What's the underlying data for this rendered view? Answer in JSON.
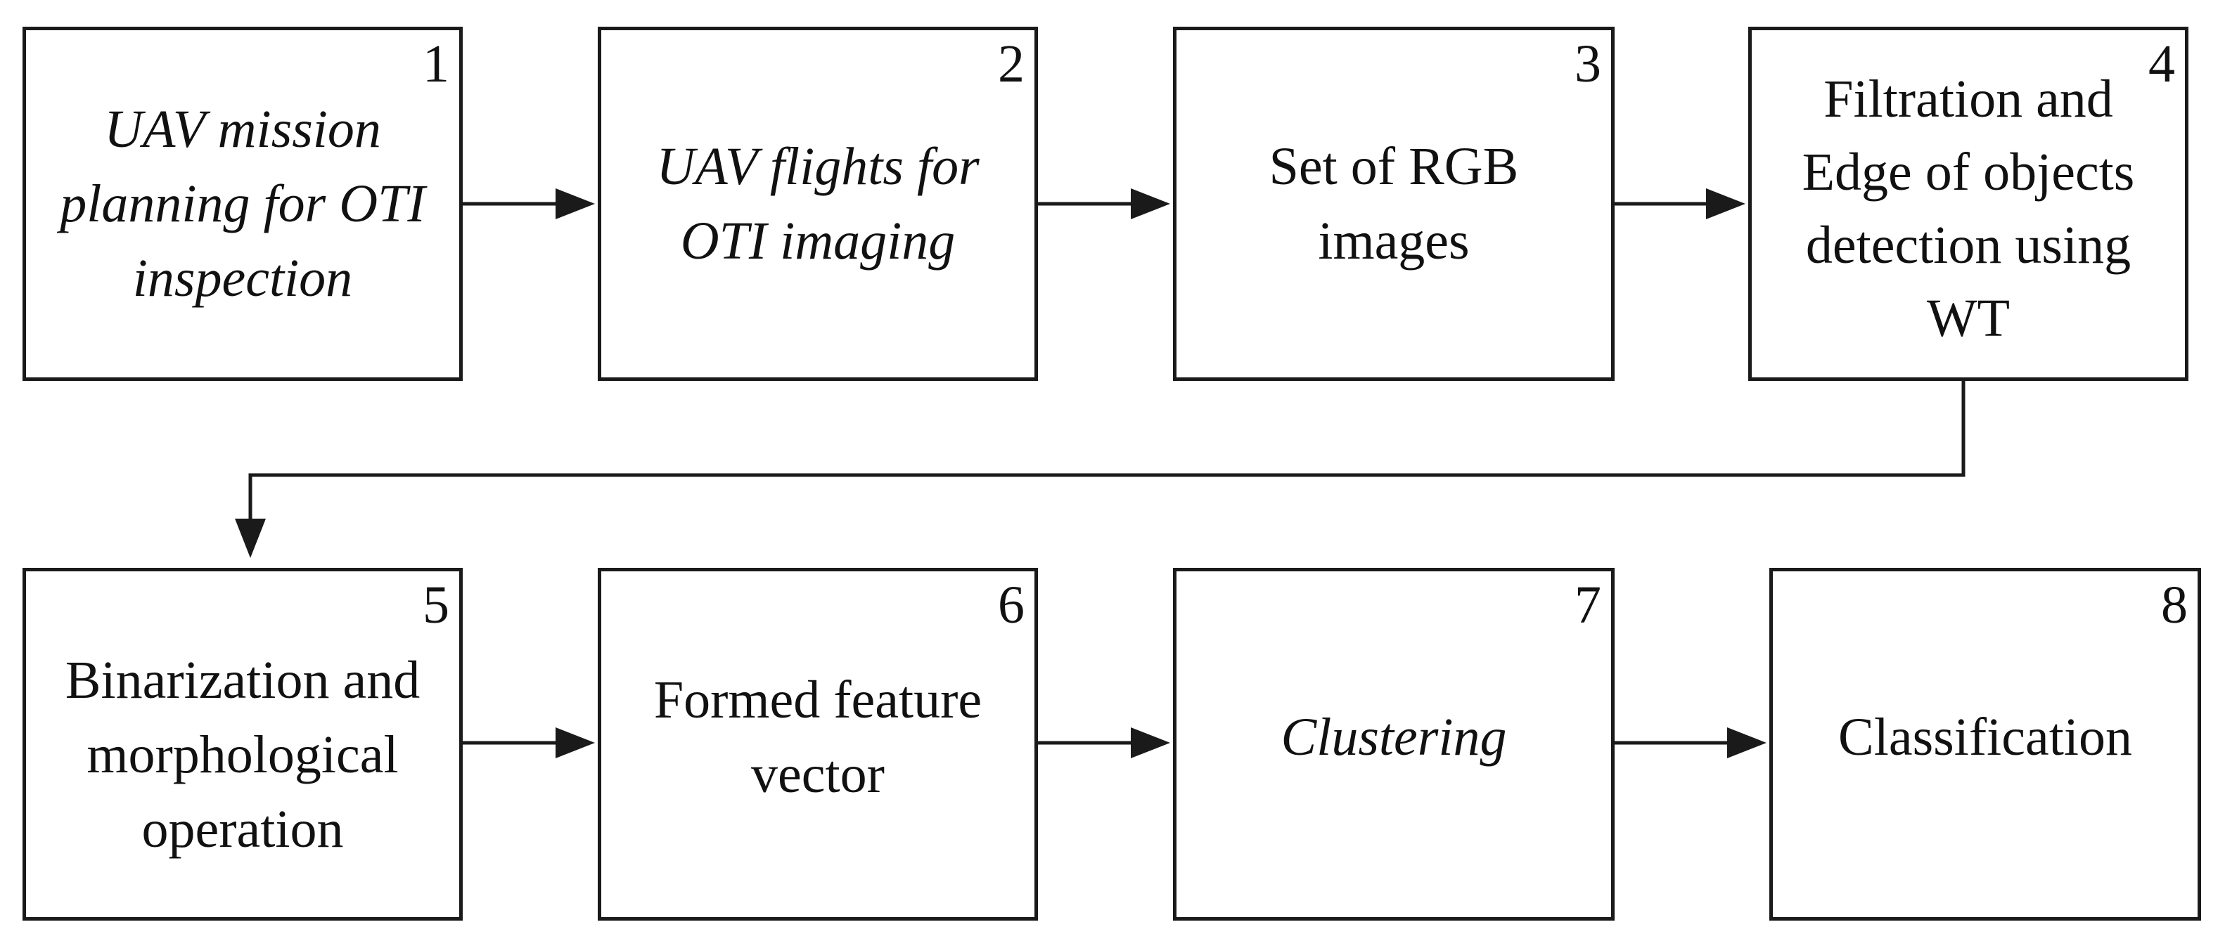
{
  "steps": [
    {
      "number": "1",
      "label": "UAV mission\nplanning for OTI\ninspection",
      "italic": true
    },
    {
      "number": "2",
      "label": "UAV flights for\nOTI imaging",
      "italic": true
    },
    {
      "number": "3",
      "label": "Set of RGB\nimages",
      "italic": false
    },
    {
      "number": "4",
      "label": "Filtration and\nEdge of objects\ndetection using\nWT",
      "italic": false
    },
    {
      "number": "5",
      "label": "Binarization and\nmorphological\noperation",
      "italic": false
    },
    {
      "number": "6",
      "label": "Formed feature\nvector",
      "italic": false
    },
    {
      "number": "7",
      "label": "Clustering",
      "italic": true
    },
    {
      "number": "8",
      "label": "Classification",
      "italic": false
    }
  ],
  "colors": {
    "stroke": "#1a1a1a",
    "background": "#ffffff",
    "text": "#111111"
  }
}
